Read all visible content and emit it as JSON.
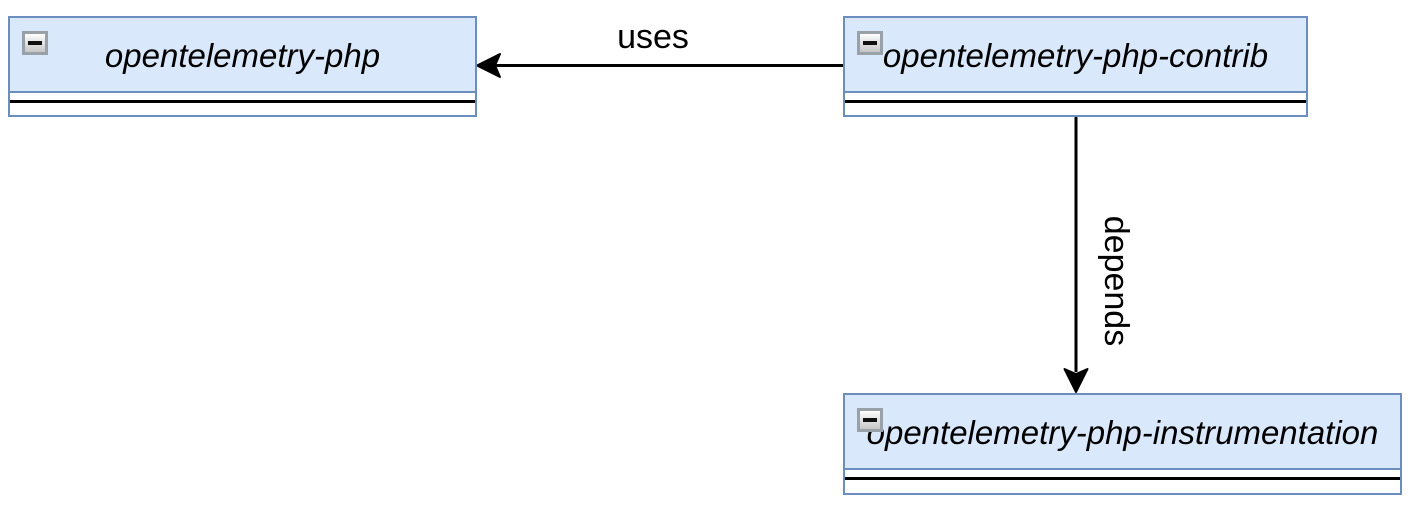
{
  "diagram": {
    "type": "dependency-diagram",
    "colors": {
      "background": "#ffffff",
      "node_fill": "#dae8fc",
      "node_stroke": "#6c8ebf",
      "edge": "#000000",
      "text": "#000000"
    },
    "nodes": [
      {
        "label": "opentelemetry-php",
        "collapse_icon": "minus-icon",
        "collapsed": false
      },
      {
        "label": "opentelemetry-php-contrib",
        "collapse_icon": "minus-icon",
        "collapsed": false
      },
      {
        "label": "opentelemetry-php-instrumentation",
        "collapse_icon": "minus-icon",
        "collapsed": false
      }
    ],
    "edges": [
      {
        "label": "uses",
        "from": "opentelemetry-php-contrib",
        "to": "opentelemetry-php",
        "direction": "left"
      },
      {
        "label": "depends",
        "from": "opentelemetry-php-contrib",
        "to": "opentelemetry-php-instrumentation",
        "direction": "down"
      }
    ]
  }
}
